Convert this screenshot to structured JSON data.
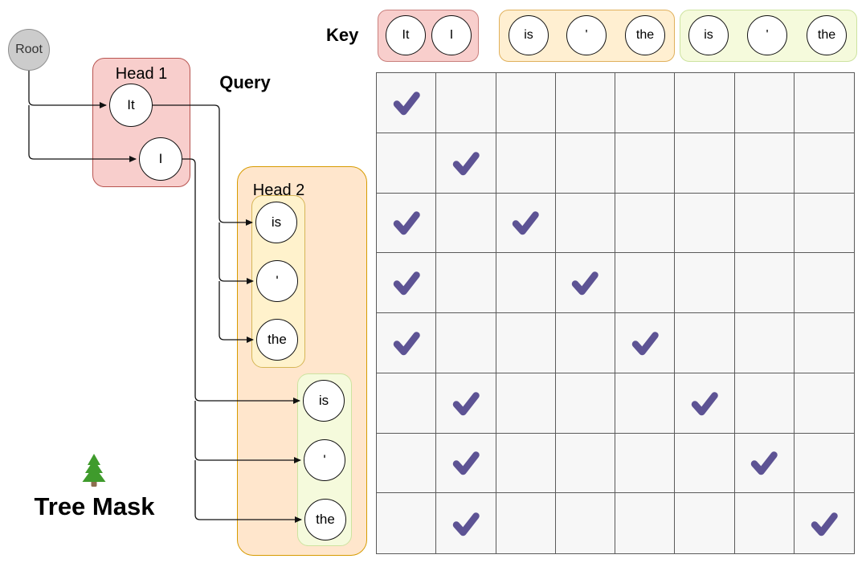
{
  "figure": {
    "root_label": "Root",
    "query_label": "Query",
    "key_label": "Key",
    "caption": "Tree Mask",
    "head1": {
      "label": "Head 1",
      "tokens": [
        "It",
        "I"
      ]
    },
    "head2": {
      "label": "Head 2",
      "group_after_it": {
        "tokens": [
          "is",
          "'",
          "the"
        ]
      },
      "group_after_i": {
        "tokens": [
          "is",
          "'",
          "the"
        ]
      }
    },
    "key_groups": [
      {
        "name": "head1-tokens",
        "tokens": [
          "It",
          "I"
        ]
      },
      {
        "name": "head2-after-it-tokens",
        "tokens": [
          "is",
          "'",
          "the"
        ]
      },
      {
        "name": "head2-after-i-tokens",
        "tokens": [
          "is",
          "'",
          "the"
        ]
      }
    ],
    "mask": {
      "rows": 8,
      "cols": 8,
      "matrix": [
        [
          1,
          0,
          0,
          0,
          0,
          0,
          0,
          0
        ],
        [
          0,
          1,
          0,
          0,
          0,
          0,
          0,
          0
        ],
        [
          1,
          0,
          1,
          0,
          0,
          0,
          0,
          0
        ],
        [
          1,
          0,
          0,
          1,
          0,
          0,
          0,
          0
        ],
        [
          1,
          0,
          0,
          0,
          1,
          0,
          0,
          0
        ],
        [
          0,
          1,
          0,
          0,
          0,
          1,
          0,
          0
        ],
        [
          0,
          1,
          0,
          0,
          0,
          0,
          1,
          0
        ],
        [
          0,
          1,
          0,
          0,
          0,
          0,
          0,
          1
        ]
      ]
    },
    "colors": {
      "head1_fill": "#f8cecc",
      "head1_border": "#b85450",
      "head2_fill": "#ffe6cc",
      "head2_border": "#d79b00",
      "inner_yellow_fill": "#fff2cc",
      "inner_yellow_border": "#d6b656",
      "inner_green_fill": "#f5fadc",
      "inner_green_border": "#cde3a0",
      "root_fill": "#cccccc",
      "root_border": "#8f8f8f",
      "check": "#5d5394",
      "grid_line": "#5a5a5a",
      "cell_bg": "#f7f7f7"
    }
  }
}
